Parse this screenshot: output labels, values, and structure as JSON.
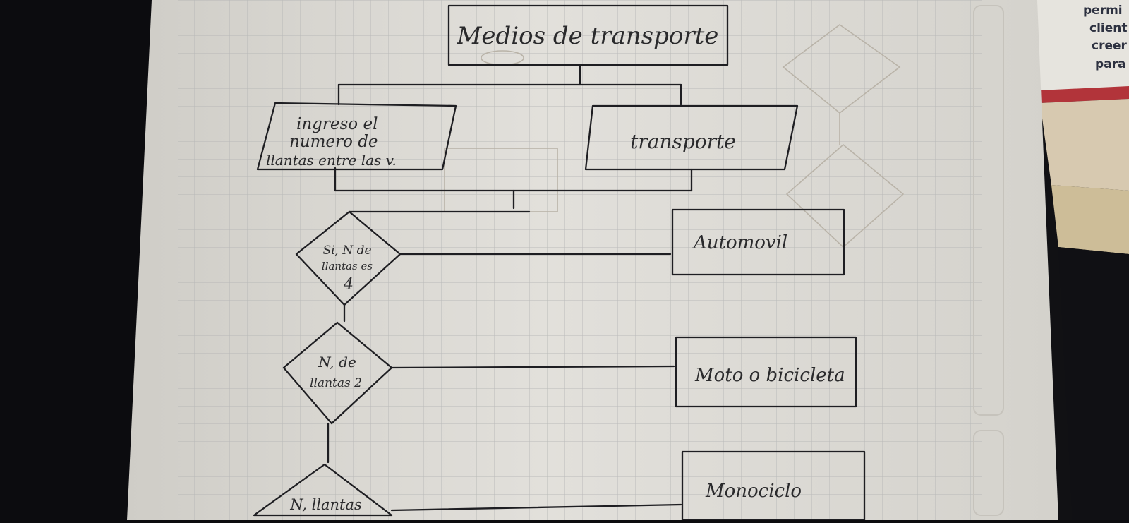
{
  "diagram": {
    "title": "Medios de transporte",
    "input": [
      "ingreso el",
      "numero de",
      "llantas entre las v."
    ],
    "output": "transporte",
    "decisions": [
      {
        "lines": [
          "Si, N de",
          "llantas es",
          "4"
        ]
      },
      {
        "lines": [
          "N, de",
          "llantas 2"
        ]
      },
      {
        "lines": [
          "N, llantas"
        ]
      }
    ],
    "results": [
      "Automovil",
      "Moto o bicicleta",
      "Monociclo"
    ]
  },
  "edge_text": [
    "permi",
    "client",
    "creer",
    "para"
  ]
}
